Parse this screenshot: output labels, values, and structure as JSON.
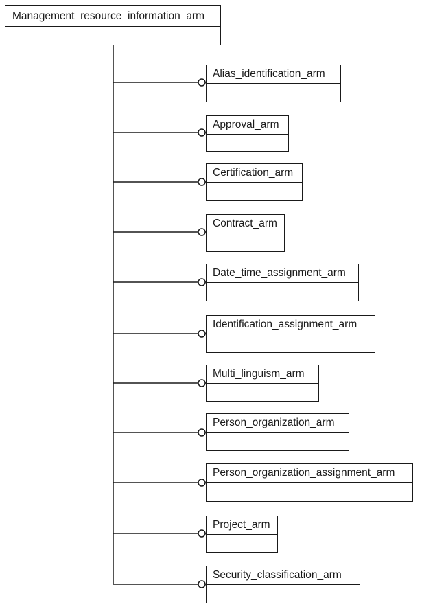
{
  "root": {
    "label": "Management_resource_information_arm"
  },
  "children": [
    {
      "label": "Alias_identification_arm"
    },
    {
      "label": "Approval_arm"
    },
    {
      "label": "Certification_arm"
    },
    {
      "label": "Contract_arm"
    },
    {
      "label": "Date_time_assignment_arm"
    },
    {
      "label": "Identification_assignment_arm"
    },
    {
      "label": "Multi_linguism_arm"
    },
    {
      "label": "Person_organization_arm"
    },
    {
      "label": "Person_organization_assignment_arm"
    },
    {
      "label": "Project_arm"
    },
    {
      "label": "Security_classification_arm"
    }
  ],
  "colors": {
    "line": "#1a1a1a",
    "background": "#ffffff"
  }
}
